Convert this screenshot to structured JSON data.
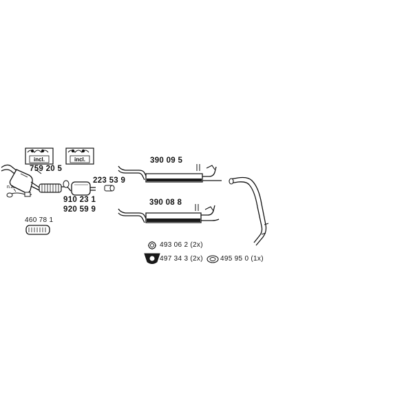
{
  "labels": {
    "part_759205": "759 20 5",
    "part_910231": "910 23 1",
    "part_920599": "920 59 9",
    "part_223539": "223 53 9",
    "part_460781": "460 78 1",
    "part_390095": "390 09 5",
    "part_390088": "390 08 8",
    "part_493062": "493 06 2 (2x)",
    "part_497343": "497 34 3 (2x)",
    "part_495950": "495 95 0 (1x)",
    "incl_1": "incl.",
    "incl_2": "incl.",
    "na": "n.a."
  },
  "colors": {
    "ink": "#111111",
    "muffler_fill": "#1a1a1a",
    "background": "#ffffff"
  },
  "icons": {
    "kit_box": "hardware-kit-icon",
    "clamp": "clamp-ring-icon",
    "mount": "rubber-mount-icon",
    "ring": "o-ring-icon"
  }
}
